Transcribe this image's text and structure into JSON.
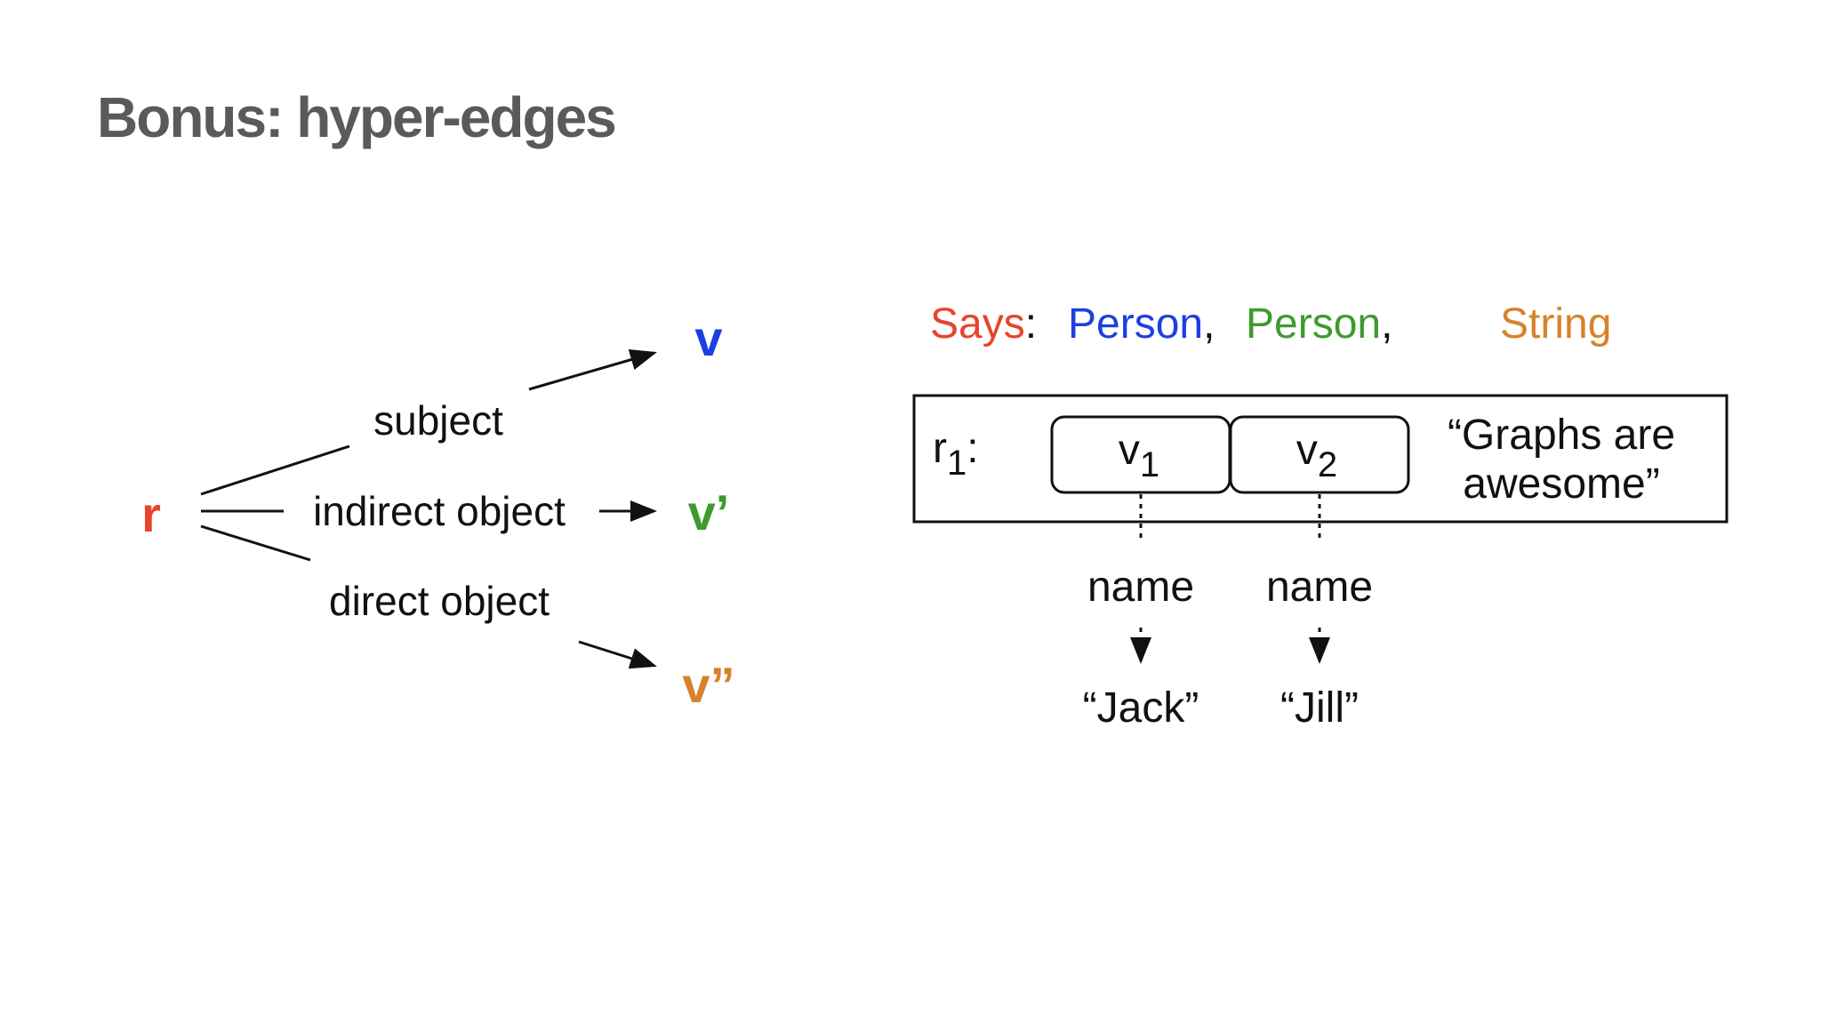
{
  "title": "Bonus: hyper-edges",
  "colors": {
    "red": "#e8432d",
    "blue": "#1d3fe0",
    "green": "#3e9a2f",
    "orange": "#d9822b",
    "title_gray": "#5a5a5a",
    "ink": "#111111"
  },
  "left": {
    "relation": "r",
    "edges": [
      {
        "label": "subject",
        "target": "v"
      },
      {
        "label": "indirect object",
        "target": "v’"
      },
      {
        "label": "direct object",
        "target": "v”"
      }
    ]
  },
  "right": {
    "signature": {
      "name": "Says",
      "colon": ":",
      "types": [
        {
          "label": "Person",
          "sep": ","
        },
        {
          "label": "Person",
          "sep": ","
        },
        {
          "label": "String",
          "sep": ""
        }
      ]
    },
    "tuple": {
      "id_base": "r",
      "id_sub": "1",
      "id_colon": ":",
      "cells": [
        {
          "base": "v",
          "sub": "1"
        },
        {
          "base": "v",
          "sub": "2"
        }
      ],
      "literal_line1": "“Graphs are",
      "literal_line2": "awesome”"
    },
    "properties": [
      {
        "key": "name",
        "value": "“Jack”"
      },
      {
        "key": "name",
        "value": "“Jill”"
      }
    ]
  }
}
